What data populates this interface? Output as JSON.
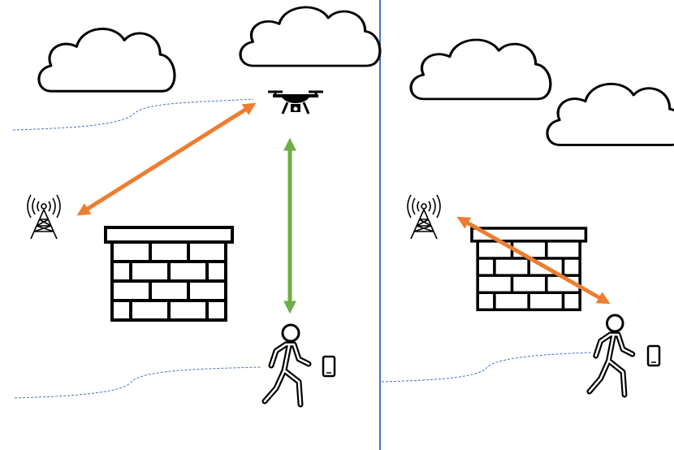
{
  "diagram": {
    "panels": [
      {
        "id": "left",
        "scenario": "drone-relay",
        "links": [
          "tower-to-drone",
          "drone-to-user"
        ]
      },
      {
        "id": "right",
        "scenario": "direct-through-wall",
        "links": [
          "tower-to-user"
        ]
      }
    ],
    "icons": {
      "cloud": "cloud-icon",
      "drone": "drone-icon",
      "tower": "cell-tower-icon",
      "wall": "brick-wall-icon",
      "person": "walking-person-icon",
      "phone": "smartphone-icon"
    },
    "colors": {
      "air_link": "#ED7D31",
      "drone_user_link": "#70AD47",
      "divider": "#4472C4",
      "ground_line": "#4472C4",
      "outline": "#000000",
      "background": "#FFFFFF"
    }
  }
}
